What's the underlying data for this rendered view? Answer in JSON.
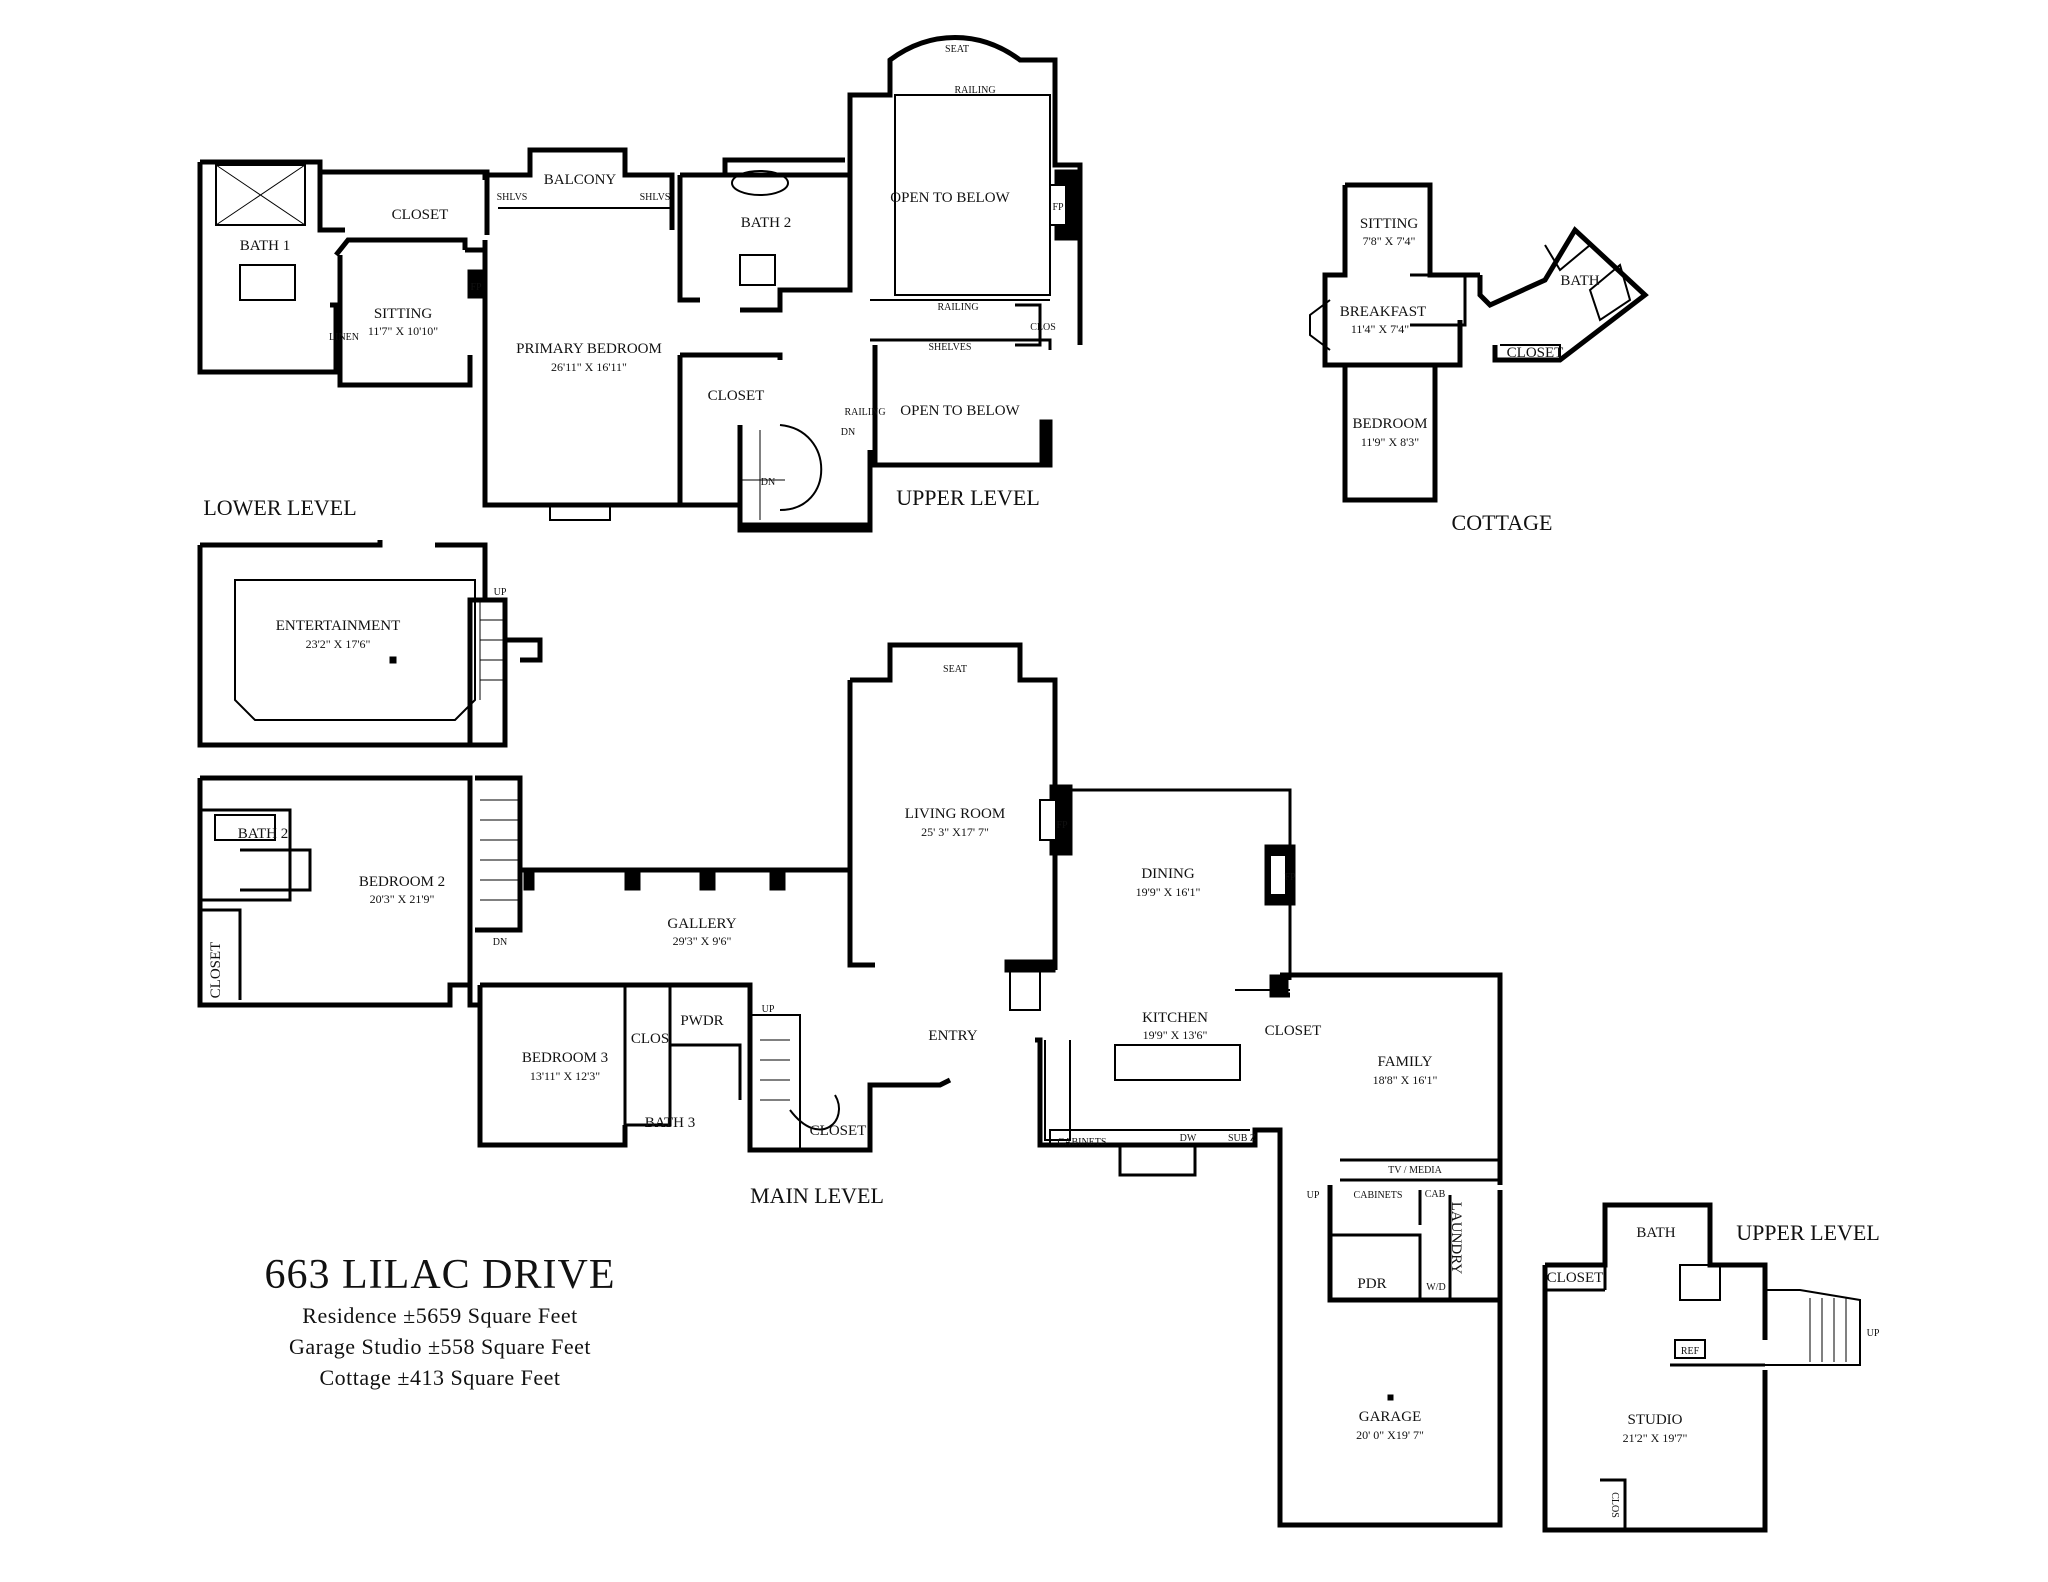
{
  "title": {
    "address": "663 LILAC DRIVE",
    "areas": [
      "Residence ±5659  Square Feet",
      "Garage Studio ±558  Square Feet",
      "Cottage ±413 Square Feet"
    ]
  },
  "levels": {
    "lower": "LOWER LEVEL",
    "upper": "UPPER LEVEL",
    "main": "MAIN LEVEL",
    "cottage": "COTTAGE",
    "studio_upper": "UPPER LEVEL"
  },
  "rooms": {
    "upper_bath1": "BATH 1",
    "upper_closet": "CLOSET",
    "upper_sitting": "SITTING",
    "upper_sitting_dim": "11'7\" X 10'10\"",
    "balcony": "BALCONY",
    "primary_bedroom": "PRIMARY BEDROOM",
    "primary_bedroom_dim": "26'11\" X 16'11\"",
    "upper_bath2": "BATH 2",
    "upper_closet2": "CLOSET",
    "open_to_below_1": "OPEN TO BELOW",
    "open_to_below_2": "OPEN TO BELOW",
    "seat_upper": "SEAT",
    "cottage_sitting": "SITTING",
    "cottage_sitting_dim": "7'8\" X 7'4\"",
    "cottage_breakfast": "BREAKFAST",
    "cottage_breakfast_dim": "11'4\" X 7'4\"",
    "cottage_bath": "BATH",
    "cottage_closet": "CLOSET",
    "cottage_bedroom": "BEDROOM",
    "cottage_bedroom_dim": "11'9\" X 8'3\"",
    "entertainment": "ENTERTAINMENT",
    "entertainment_dim": "23'2\" X 17'6\"",
    "lower_bath2": "BATH 2",
    "bedroom2": "BEDROOM 2",
    "bedroom2_dim": "20'3\" X 21'9\"",
    "lower_closet": "CLOSET",
    "gallery": "GALLERY",
    "gallery_dim": "29'3\" X 9'6\"",
    "living_room": "LIVING ROOM",
    "living_room_dim": "25' 3\" X17' 7\"",
    "seat_main": "SEAT",
    "dining": "DINING",
    "dining_dim": "19'9\" X 16'1\"",
    "kitchen": "KITCHEN",
    "kitchen_dim": "19'9\" X 13'6\"",
    "main_closet": "CLOSET",
    "family": "FAMILY",
    "family_dim": "18'8\" X 16'1\"",
    "entry": "ENTRY",
    "bedroom3": "BEDROOM 3",
    "bedroom3_dim": "13'11\" X 12'3\"",
    "clos": "CLOS",
    "pwdr": "PWDR",
    "bath3": "BATH 3",
    "stair_closet": "CLOSET",
    "cabinets": "CABINETS",
    "cabinets2": "CABINETS",
    "sub_z": "SUB Z",
    "dw": "DW",
    "tv_media": "TV / MEDIA",
    "laundry": "LAUNDRY",
    "pdr": "PDR",
    "wd": "W/D",
    "cab": "CAB",
    "garage": "GARAGE",
    "garage_dim": "20' 0\" X19' 7\"",
    "studio_bath": "BATH",
    "studio_closet": "CLOSET",
    "ref": "REF",
    "studio": "STUDIO",
    "studio_dim": "21'2\" X 19'7\"",
    "clos2": "CLOS"
  },
  "annotations": {
    "shlvs_left": "SHLVS",
    "shlvs_right": "SHLVS",
    "railing_top": "RAILING",
    "railing_mid": "RAILING",
    "railing_side": "RAILING",
    "shelves": "SHELVES",
    "clos_upper": "CLOS",
    "fp_upper_sitting": "FP",
    "fp_open": "FP",
    "fp_living": "FP",
    "fp_dining": "FP",
    "linen": "LINEN",
    "dn_upper": "DN",
    "dn_upper2": "DN",
    "up_lower": "UP",
    "dn_lower": "DN",
    "up_main": "UP",
    "up_family": "UP",
    "up_studio": "UP"
  }
}
